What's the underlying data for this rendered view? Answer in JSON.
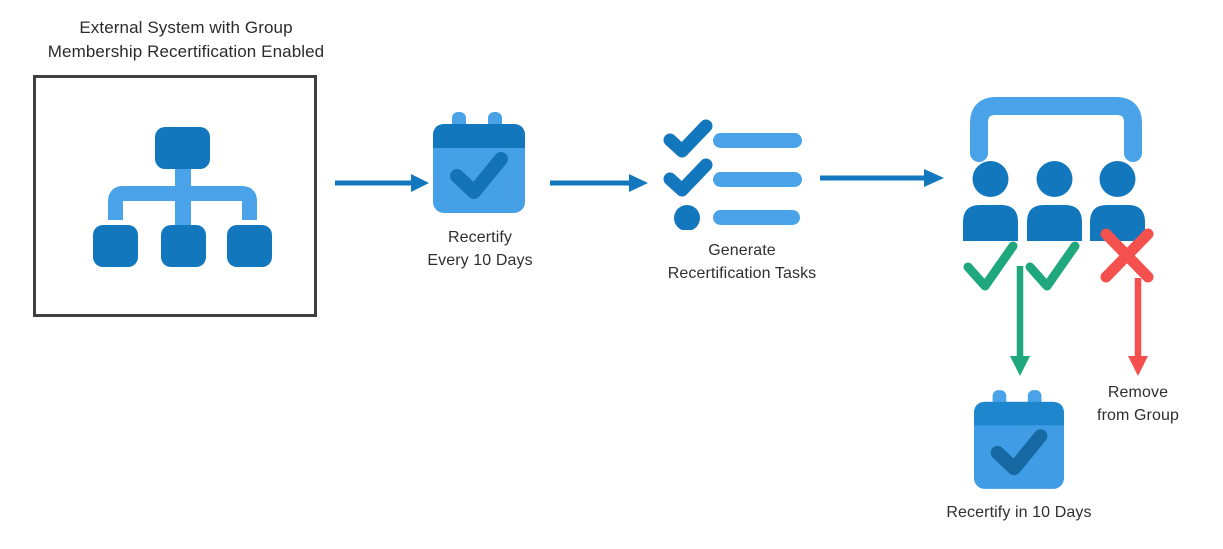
{
  "diagram": {
    "title": {
      "line1": "External System with Group",
      "line2": "Membership Recertification Enabled"
    },
    "steps": {
      "recertify_schedule": {
        "line1": "Recertify",
        "line2": "Every 10 Days"
      },
      "generate_tasks": {
        "line1": "Generate",
        "line2": "Recertification Tasks"
      },
      "recertify_outcome": {
        "label": "Recertify in 10 Days"
      },
      "remove_outcome": {
        "line1": "Remove",
        "line2": "from Group"
      }
    },
    "icons": {
      "org_chart": "org-chart-icon",
      "calendar_schedule": "calendar-check-icon",
      "checklist": "checklist-icon",
      "user_group": "user-group-icon",
      "approved_1": "green-check-icon",
      "approved_2": "green-check-icon",
      "rejected": "red-x-icon",
      "calendar_next": "calendar-check-icon",
      "flow_right_1": "arrow-right-icon",
      "flow_right_2": "arrow-right-icon",
      "flow_right_3": "arrow-right-icon",
      "flow_down_approved": "arrow-down-green-icon",
      "flow_down_rejected": "arrow-down-red-icon"
    },
    "colors": {
      "primary_blue": "#1377BE",
      "light_blue": "#4AA3E8",
      "calendar_body_blue": "#45A0E6",
      "calendar_header_blue": "#1E86CC",
      "green": "#1FA87C",
      "red": "#F4504E",
      "text": "#2F2F2F",
      "box_border": "#404040",
      "background": "#FFFFFF"
    }
  }
}
